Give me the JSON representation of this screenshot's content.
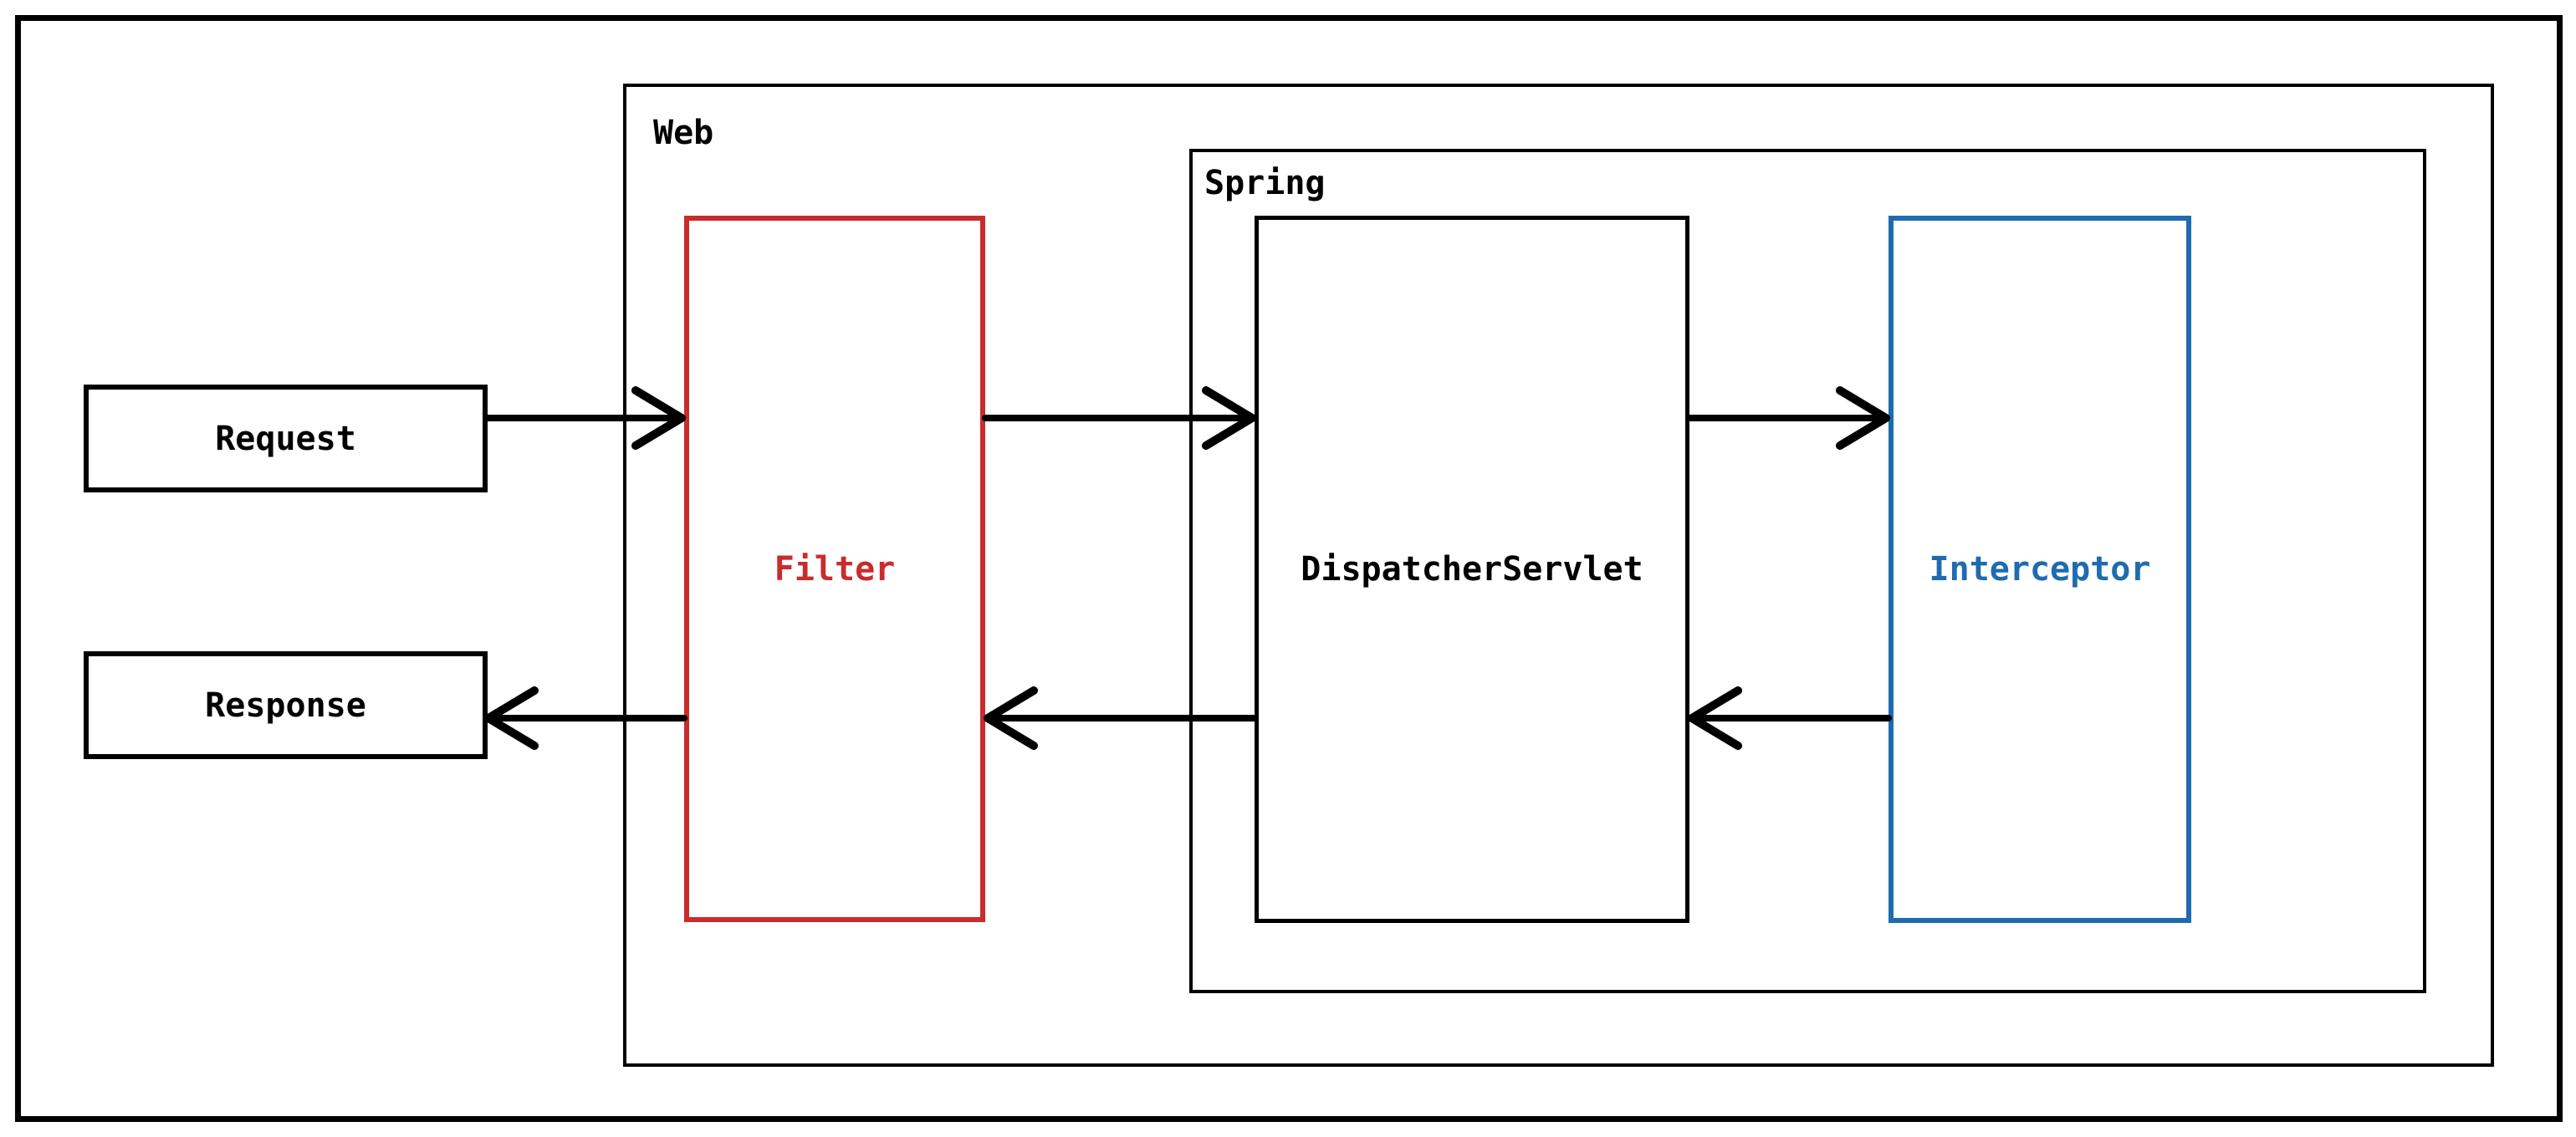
{
  "containers": {
    "web": {
      "label": "Web"
    },
    "spring": {
      "label": "Spring"
    }
  },
  "nodes": {
    "request": {
      "label": "Request",
      "color": "#000000"
    },
    "response": {
      "label": "Response",
      "color": "#000000"
    },
    "filter": {
      "label": "Filter",
      "color": "#C92C2C"
    },
    "dispatcher_servlet": {
      "label": "DispatcherServlet",
      "color": "#000000"
    },
    "interceptor": {
      "label": "Interceptor",
      "color": "#1E6BB0"
    }
  },
  "edges": [
    {
      "from": "Request",
      "to": "Filter",
      "row": "top"
    },
    {
      "from": "Filter",
      "to": "DispatcherServlet",
      "row": "top"
    },
    {
      "from": "DispatcherServlet",
      "to": "Interceptor",
      "row": "top"
    },
    {
      "from": "Interceptor",
      "to": "DispatcherServlet",
      "row": "bottom"
    },
    {
      "from": "DispatcherServlet",
      "to": "Filter",
      "row": "bottom"
    },
    {
      "from": "Filter",
      "to": "Response",
      "row": "bottom"
    }
  ],
  "colors": {
    "line": "#000000",
    "background": "#ffffff",
    "filter_accent": "#C92C2C",
    "interceptor_accent": "#1E6BB0"
  }
}
